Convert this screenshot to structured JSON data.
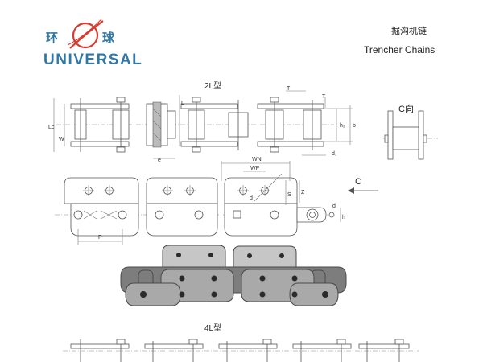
{
  "brand": {
    "name_cn_left": "环",
    "name_cn_right": "球",
    "name_en": "UNIVERSAL",
    "color": "#2f78a8",
    "logo_accent": "#d93a2b"
  },
  "header": {
    "title_cn": "掘沟机链",
    "title_en": "Trencher Chains"
  },
  "section_2l": {
    "label": "2L型"
  },
  "section_4l": {
    "label": "4L型"
  },
  "view_c": {
    "label": "C向",
    "arrow_label": "C"
  },
  "dims": {
    "lc": "Lc",
    "w": "W",
    "l": "L",
    "t_top": "T",
    "t_right": "T",
    "h2": "h₂",
    "e": "e",
    "d1": "d₁",
    "wn": "WN",
    "wp": "WP",
    "s": "S",
    "z": "Z",
    "p": "P",
    "h": "h",
    "d": "d",
    "b": "b",
    "dd": "d"
  }
}
